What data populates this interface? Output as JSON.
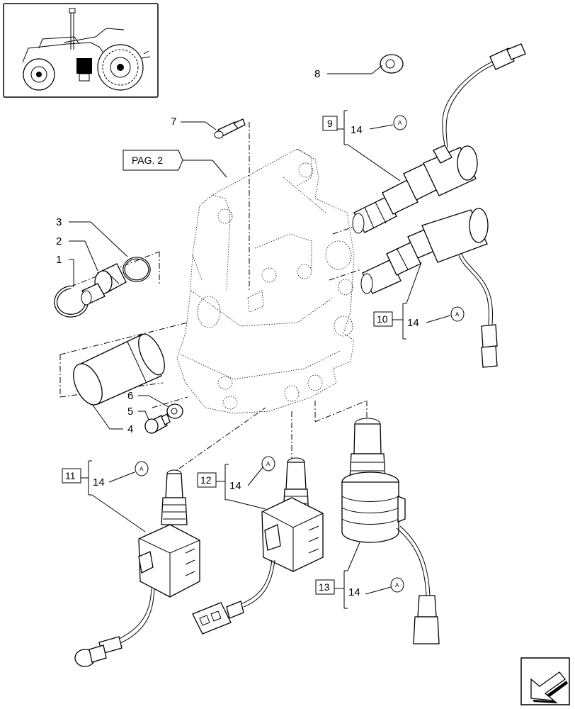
{
  "diagram": {
    "page_reference": "PAG. 2",
    "callouts": {
      "c1": "1",
      "c2": "2",
      "c3": "3",
      "c4": "4",
      "c5": "5",
      "c6": "6",
      "c7": "7",
      "c8": "8"
    },
    "boxed_refs": {
      "b9": "9",
      "b10": "10",
      "b11": "11",
      "b12": "12",
      "b13": "13"
    },
    "sub_labels": {
      "s9": "14",
      "s10": "14",
      "s11": "14",
      "s12": "14",
      "s13": "14"
    },
    "seal_letter": "A"
  },
  "icons": {
    "thumbnail": "tractor-thumbnail",
    "nav": "arrow-navigation-icon"
  }
}
